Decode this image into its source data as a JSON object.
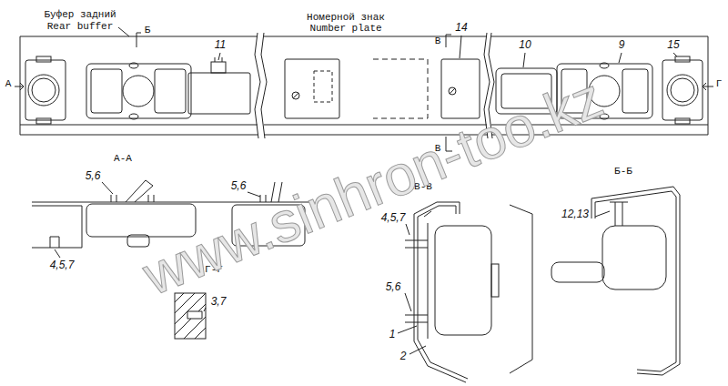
{
  "diagram": {
    "labels": [
      "Буфер задний",
      "Rear buffer",
      "Б",
      "11",
      "Номерной знак",
      "Number plate",
      "14",
      "В",
      "10",
      "9",
      "15",
      "А",
      "Г",
      "В",
      "А-А",
      "В-В",
      "Б-Б",
      "5,6",
      "5,6",
      "Г-Г",
      "3,7",
      "4,5,7",
      "4,5,7",
      "12,13",
      "5,6",
      "1",
      "2",
      "www.sinhron-too.kz"
    ]
  }
}
